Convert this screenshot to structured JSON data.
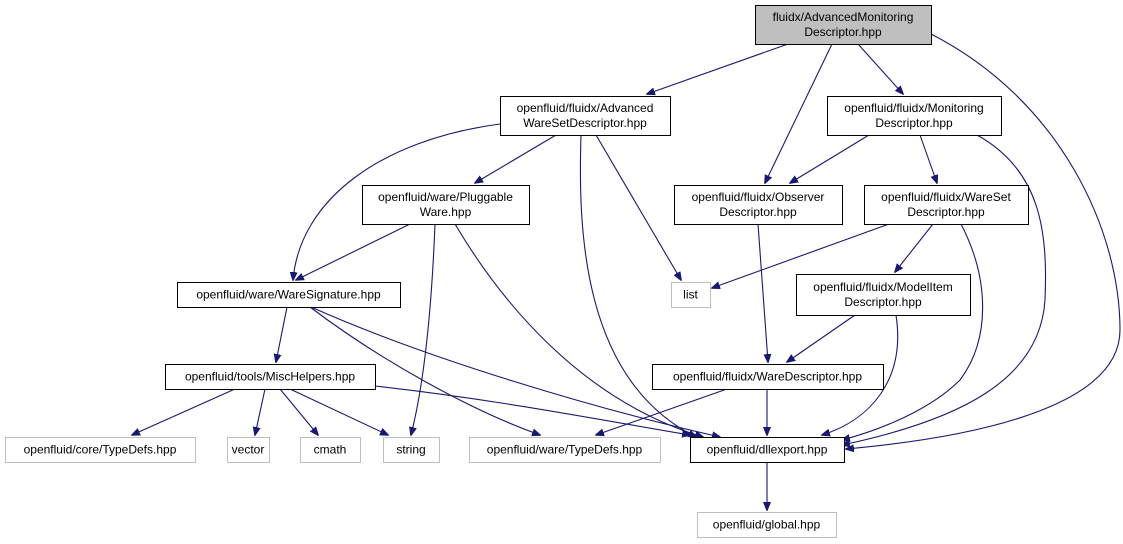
{
  "graph": {
    "colors": {
      "root_fill": "#bfbfbf",
      "node_border": "#000000",
      "external_border": "#bfbfbf",
      "edge": "#191970",
      "text": "#000000"
    },
    "nodes": [
      {
        "id": "root",
        "lines": [
          "fluidx/AdvancedMonitoring",
          "Descriptor.hpp"
        ],
        "kind": "root"
      },
      {
        "id": "adv_wareset",
        "lines": [
          "openfluid/fluidx/Advanced",
          "WareSetDescriptor.hpp"
        ],
        "kind": "normal"
      },
      {
        "id": "monitoring",
        "lines": [
          "openfluid/fluidx/Monitoring",
          "Descriptor.hpp"
        ],
        "kind": "normal"
      },
      {
        "id": "pluggable",
        "lines": [
          "openfluid/ware/Pluggable",
          "Ware.hpp"
        ],
        "kind": "normal"
      },
      {
        "id": "observer",
        "lines": [
          "openfluid/fluidx/Observer",
          "Descriptor.hpp"
        ],
        "kind": "normal"
      },
      {
        "id": "wareset",
        "lines": [
          "openfluid/fluidx/WareSet",
          "Descriptor.hpp"
        ],
        "kind": "normal"
      },
      {
        "id": "signature",
        "lines": [
          "openfluid/ware/WareSignature.hpp"
        ],
        "kind": "normal"
      },
      {
        "id": "list",
        "lines": [
          "list"
        ],
        "kind": "external"
      },
      {
        "id": "modelitem",
        "lines": [
          "openfluid/fluidx/ModelItem",
          "Descriptor.hpp"
        ],
        "kind": "normal"
      },
      {
        "id": "mischelpers",
        "lines": [
          "openfluid/tools/MiscHelpers.hpp"
        ],
        "kind": "normal"
      },
      {
        "id": "waredesc",
        "lines": [
          "openfluid/fluidx/WareDescriptor.hpp"
        ],
        "kind": "normal"
      },
      {
        "id": "core_typedefs",
        "lines": [
          "openfluid/core/TypeDefs.hpp"
        ],
        "kind": "external"
      },
      {
        "id": "vector",
        "lines": [
          "vector"
        ],
        "kind": "external"
      },
      {
        "id": "cmath",
        "lines": [
          "cmath"
        ],
        "kind": "external"
      },
      {
        "id": "string",
        "lines": [
          "string"
        ],
        "kind": "external"
      },
      {
        "id": "ware_typedefs",
        "lines": [
          "openfluid/ware/TypeDefs.hpp"
        ],
        "kind": "external"
      },
      {
        "id": "dllexport",
        "lines": [
          "openfluid/dllexport.hpp"
        ],
        "kind": "normal"
      },
      {
        "id": "global",
        "lines": [
          "openfluid/global.hpp"
        ],
        "kind": "external"
      }
    ],
    "edges": [
      {
        "from": "root",
        "to": "adv_wareset"
      },
      {
        "from": "root",
        "to": "observer"
      },
      {
        "from": "root",
        "to": "monitoring"
      },
      {
        "from": "root",
        "to": "dllexport"
      },
      {
        "from": "adv_wareset",
        "to": "signature"
      },
      {
        "from": "adv_wareset",
        "to": "pluggable"
      },
      {
        "from": "adv_wareset",
        "to": "dllexport"
      },
      {
        "from": "adv_wareset",
        "to": "list"
      },
      {
        "from": "monitoring",
        "to": "observer"
      },
      {
        "from": "monitoring",
        "to": "wareset"
      },
      {
        "from": "monitoring",
        "to": "dllexport"
      },
      {
        "from": "pluggable",
        "to": "signature"
      },
      {
        "from": "pluggable",
        "to": "string"
      },
      {
        "from": "pluggable",
        "to": "dllexport"
      },
      {
        "from": "observer",
        "to": "waredesc"
      },
      {
        "from": "wareset",
        "to": "list"
      },
      {
        "from": "wareset",
        "to": "modelitem"
      },
      {
        "from": "wareset",
        "to": "dllexport"
      },
      {
        "from": "signature",
        "to": "mischelpers"
      },
      {
        "from": "signature",
        "to": "ware_typedefs"
      },
      {
        "from": "signature",
        "to": "dllexport"
      },
      {
        "from": "modelitem",
        "to": "waredesc"
      },
      {
        "from": "modelitem",
        "to": "dllexport"
      },
      {
        "from": "mischelpers",
        "to": "core_typedefs"
      },
      {
        "from": "mischelpers",
        "to": "vector"
      },
      {
        "from": "mischelpers",
        "to": "cmath"
      },
      {
        "from": "mischelpers",
        "to": "string"
      },
      {
        "from": "mischelpers",
        "to": "dllexport"
      },
      {
        "from": "waredesc",
        "to": "ware_typedefs"
      },
      {
        "from": "waredesc",
        "to": "dllexport"
      },
      {
        "from": "dllexport",
        "to": "global"
      }
    ]
  }
}
